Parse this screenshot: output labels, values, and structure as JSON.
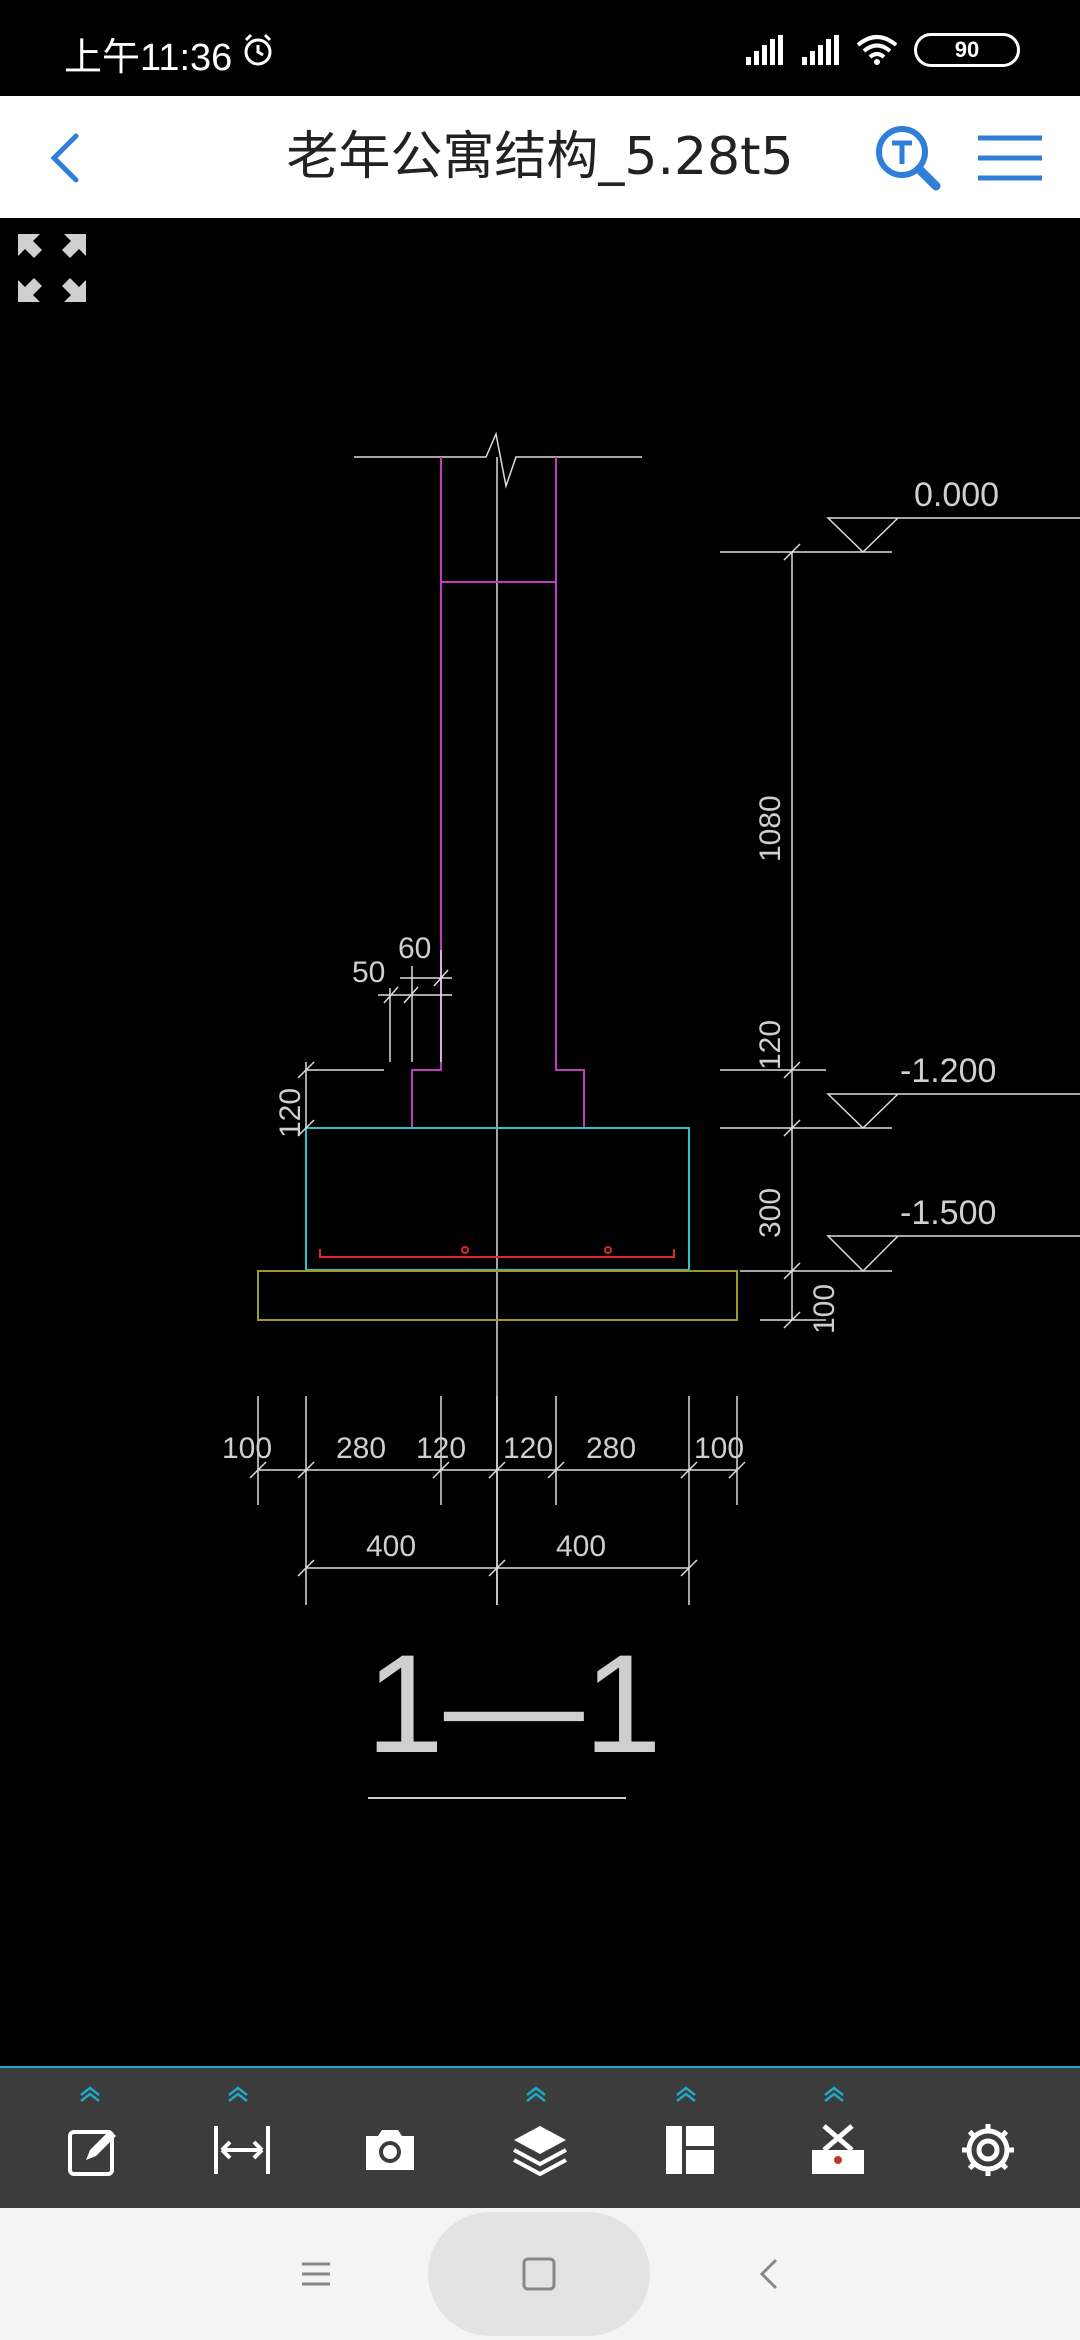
{
  "status_bar": {
    "time": "上午11:36",
    "battery_level": "90",
    "icons": [
      "alarm-icon",
      "signal-icon",
      "signal-icon",
      "wifi-icon",
      "battery-icon"
    ]
  },
  "header": {
    "title": "老年公寓结构_5.28t5",
    "icons": [
      "back-icon",
      "text-search-icon",
      "menu-icon"
    ],
    "accent_color": "#2f7fd8"
  },
  "drawing": {
    "elevations": [
      "0.000",
      "-1.200",
      "-1.500"
    ],
    "vertical_dims": [
      "1080",
      "120",
      "300",
      "100"
    ],
    "top_dims": [
      "50",
      "60",
      "120"
    ],
    "bottom_dims_row1": [
      "100",
      "280",
      "120",
      "120",
      "280",
      "100"
    ],
    "bottom_dims_row2": [
      "400",
      "400"
    ],
    "section_label": "1—1",
    "colors": {
      "column": "#c23bbf",
      "footing": "#2cc3c8",
      "rebar": "#e0262a",
      "cushion": "#9a9a2a",
      "line": "#ffffff",
      "dim_text": "#cfcfcf"
    }
  },
  "toolbar": {
    "tools": [
      "edit-icon",
      "measure-icon",
      "camera-icon",
      "layers-icon",
      "layout-icon",
      "toolbox-icon",
      "settings-icon"
    ],
    "accent_color": "#1fa9c9"
  },
  "nav_bar": {
    "icons": [
      "nav-menu-icon",
      "nav-home-icon",
      "nav-back-icon"
    ]
  }
}
